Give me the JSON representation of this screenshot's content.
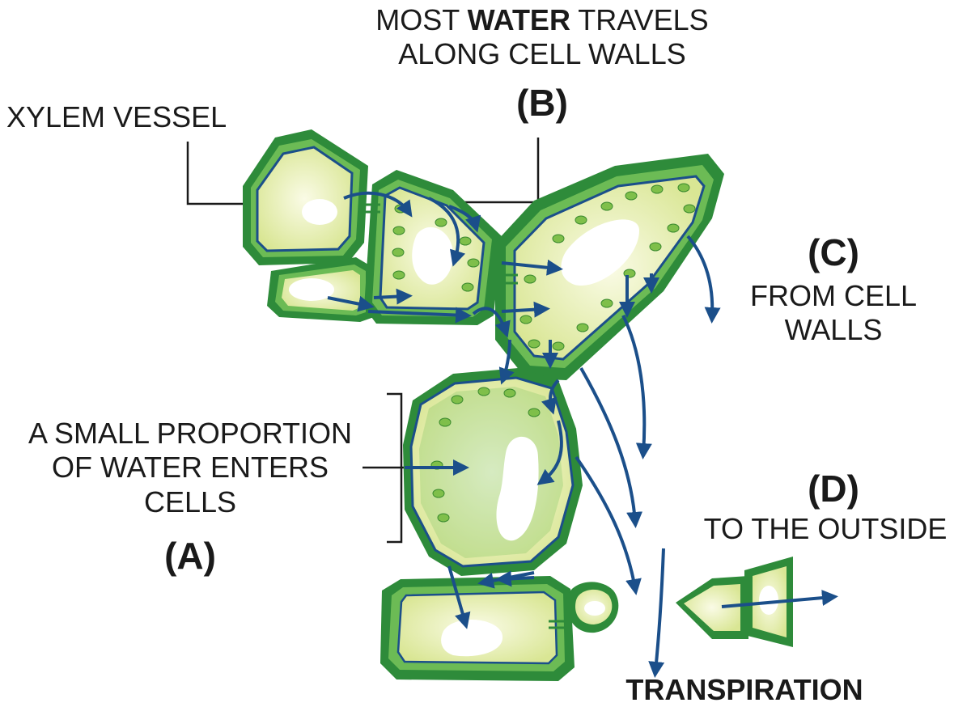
{
  "labels": {
    "b_line1_pre": "MOST ",
    "b_line1_bold": "WATER",
    "b_line1_post": " TRAVELS",
    "b_line2": "ALONG CELL WALLS",
    "b_tag": "(B)",
    "xylem": "XYLEM VESSEL",
    "c_tag": "(C)",
    "c_line1": "FROM CELL",
    "c_line2": "WALLS",
    "a_line1": "A SMALL PROPORTION",
    "a_line2": "OF WATER ENTERS",
    "a_line3": "CELLS",
    "a_tag": "(A)",
    "d_tag": "(D)",
    "d_line1": "TO THE OUTSIDE",
    "transpiration": "TRANSPIRATION"
  },
  "colors": {
    "cell_wall": "#2e8b3a",
    "wall_light": "#6cbb55",
    "cytoplasm": "#eef3c0",
    "vacuole": "#ffffff",
    "chloroplast": "#7fbf4a",
    "arrow": "#1b4f8a",
    "text": "#1a1a1a"
  }
}
